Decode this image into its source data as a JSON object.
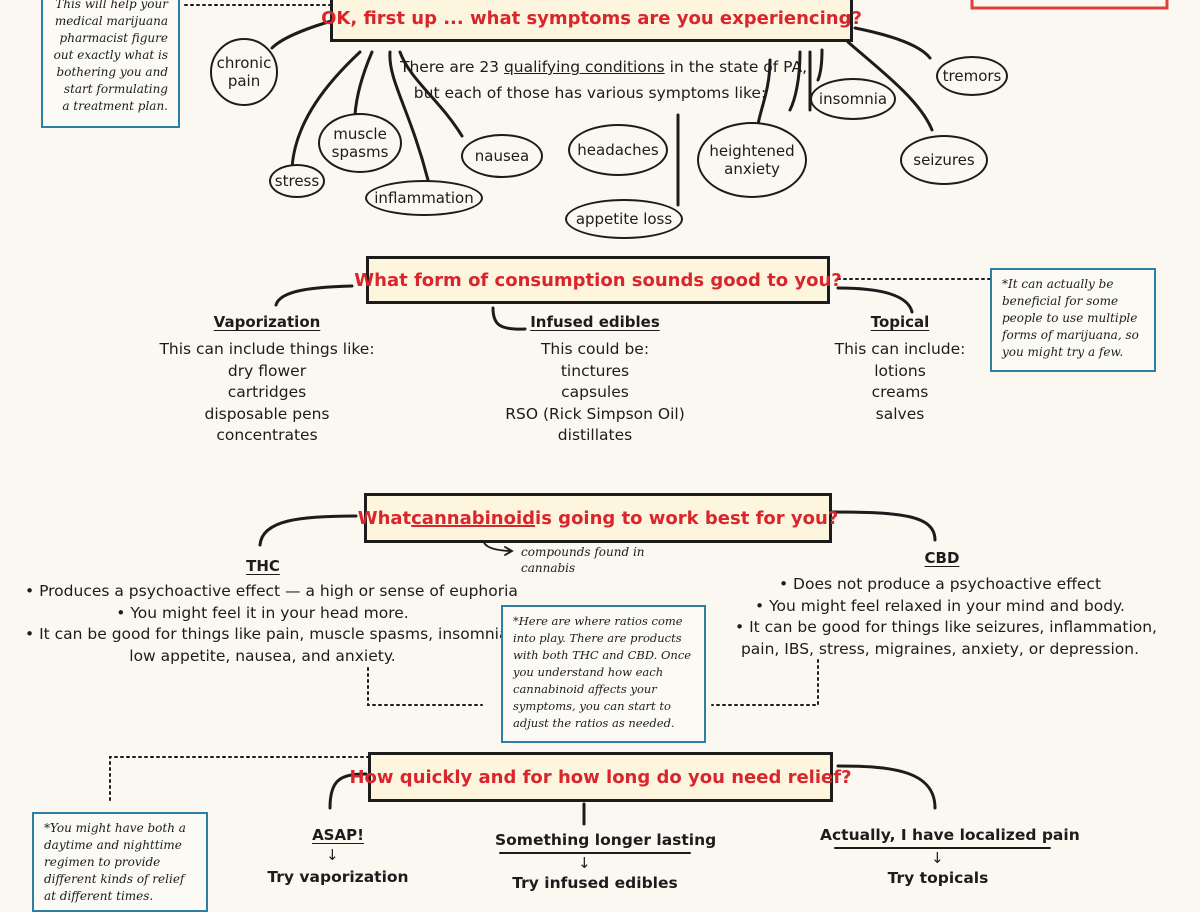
{
  "colors": {
    "ink": "#1c1c1c",
    "question_red": "#d8262c",
    "box_fill": "#fdf5de",
    "note_border": "#2d7fa6"
  },
  "section1": {
    "question": "OK, first up ... what symptoms are you experiencing?",
    "intro_line1_a": "There are 23 ",
    "intro_line1_link": "qualifying conditions",
    "intro_line1_b": " in the state of PA,",
    "intro_line2": "but each of those has various symptoms like:",
    "note": "This will help your medical marijuana pharmacist figure out exactly what is bothering you and start formulating a treatment plan.",
    "symptoms": {
      "chronic_pain": "chronic pain",
      "stress": "stress",
      "muscle_spasms": "muscle spasms",
      "inflammation": "inflammation",
      "nausea": "nausea",
      "headaches": "headaches",
      "appetite_loss": "appetite loss",
      "heightened_anxiety": "heightened anxiety",
      "insomnia": "insomnia",
      "tremors": "tremors",
      "seizures": "seizures"
    }
  },
  "section2": {
    "question": "What form of consumption sounds good to you?",
    "note": "It can actually be beneficial for some people to use multiple forms of marijuana, so you might try a few.",
    "columns": [
      {
        "title": "Vaporization",
        "lead": "This can include things like:",
        "items": [
          "dry flower",
          "cartridges",
          "disposable pens",
          "concentrates"
        ]
      },
      {
        "title": "Infused edibles",
        "lead": "This could be:",
        "items": [
          "tinctures",
          "capsules",
          "RSO (Rick Simpson Oil)",
          "distillates"
        ]
      },
      {
        "title": "Topical",
        "lead": "This can include:",
        "items": [
          "lotions",
          "creams",
          "salves"
        ]
      }
    ]
  },
  "section3": {
    "question_a": "What ",
    "question_link": "cannabinoid",
    "question_b": " is going to work best for you?",
    "definition": "compounds found in cannabis",
    "thc": {
      "title": "THC",
      "bullets": [
        "• Produces a psychoactive effect — a high or sense of euphoria",
        "• You might feel it in your head more.",
        "• It can be good for things like pain, muscle spasms, insomnia,",
        "low appetite, nausea, and anxiety."
      ]
    },
    "cbd": {
      "title": "CBD",
      "bullets": [
        "• Does not produce a psychoactive effect",
        "• You might feel relaxed in your mind and body.",
        "• It can be good for things like seizures, inflammation,",
        "pain, IBS, stress, migraines, anxiety, or depression."
      ]
    },
    "note": "Here are where ratios come into play. There are products with both THC and CBD. Once you understand how each cannabinoid affects your symptoms, you can start to adjust the ratios as needed."
  },
  "section4": {
    "question": "How quickly and for how long do you need relief?",
    "note": "You might have both a daytime and nighttime regimen to provide different kinds of relief at different times.",
    "options": [
      {
        "title": "ASAP!",
        "arrow": "↓",
        "answer": "Try vaporization"
      },
      {
        "title": "Something longer lasting",
        "arrow": "↓",
        "answer": "Try infused edibles"
      },
      {
        "title": "Actually, I have localized pain",
        "arrow": "↓",
        "answer": "Try topicals"
      }
    ]
  }
}
